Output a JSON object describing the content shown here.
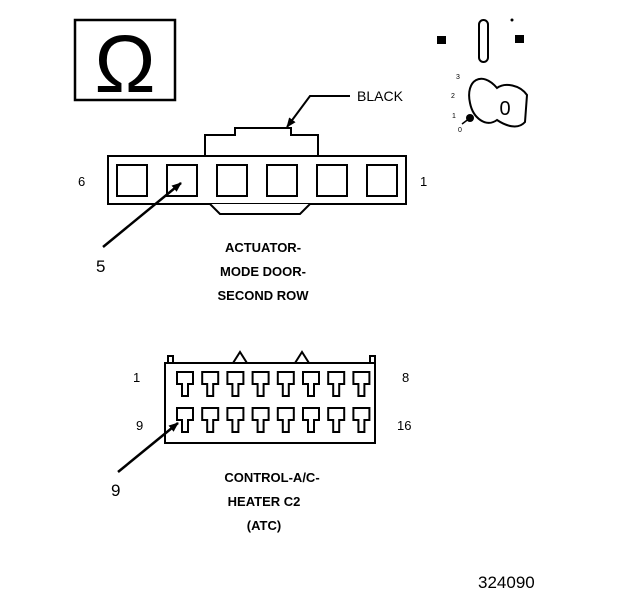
{
  "meter_symbol": "Ω",
  "ignition": {
    "key_label": "0",
    "positions": [
      "3",
      "2",
      "1",
      "0"
    ]
  },
  "connector1": {
    "wire_color": "BLACK",
    "pin_left": "6",
    "pin_right": "1",
    "callout": "5",
    "caption": [
      "ACTUATOR-",
      "MODE DOOR-",
      "SECOND ROW"
    ]
  },
  "connector2": {
    "top_left": "1",
    "top_right": "8",
    "bottom_left": "9",
    "bottom_right": "16",
    "callout": "9",
    "caption": [
      "CONTROL-A/C-",
      "HEATER C2",
      "(ATC)"
    ]
  },
  "figure_number": "324090"
}
